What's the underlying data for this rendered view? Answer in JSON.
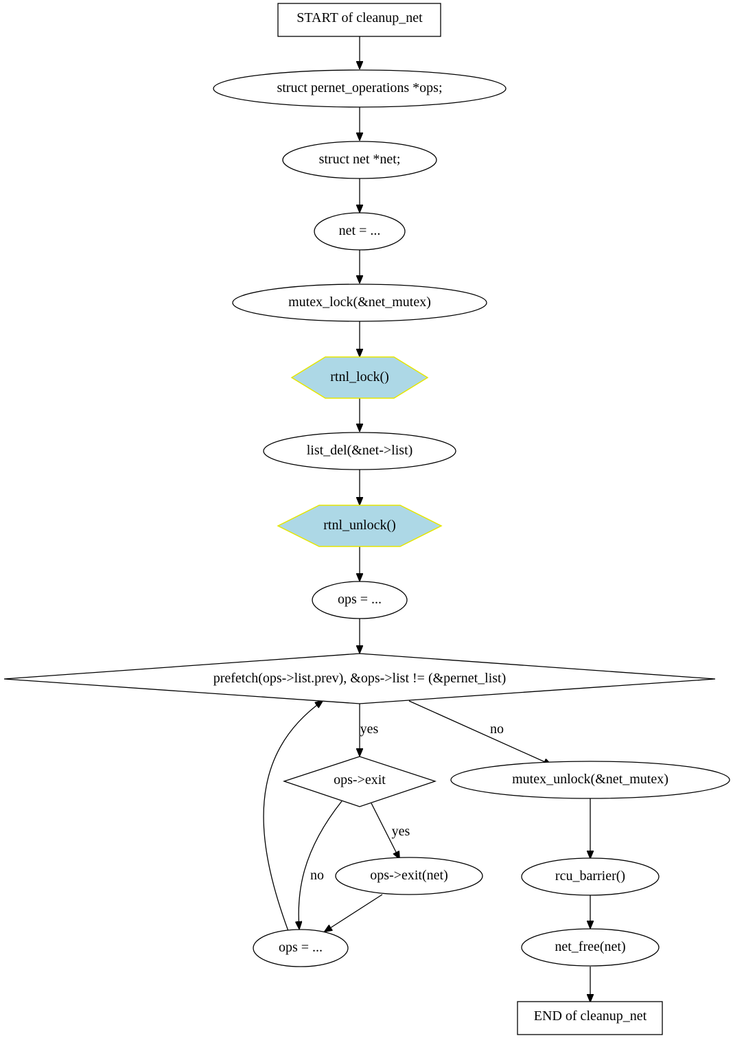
{
  "nodes": {
    "start": "START of cleanup_net",
    "decl_ops": "struct pernet_operations *ops;",
    "decl_net": "struct net *net;",
    "assign_net": "net = ...",
    "mutex_lock": "mutex_lock(&net_mutex)",
    "rtnl_lock": "rtnl_lock()",
    "list_del": "list_del(&net->list)",
    "rtnl_unlock": "rtnl_unlock()",
    "assign_ops": "ops = ...",
    "loop_cond": "prefetch(ops->list.prev), &ops->list != (&pernet_list)",
    "ops_exit_cond": "ops->exit",
    "ops_exit_call": "ops->exit(net)",
    "ops_next": "ops = ...",
    "mutex_unlock": "mutex_unlock(&net_mutex)",
    "rcu_barrier": "rcu_barrier()",
    "net_free": "net_free(net)",
    "end": "END of cleanup_net"
  },
  "edge_labels": {
    "loop_yes": "yes",
    "loop_no": "no",
    "exit_yes": "yes",
    "exit_no": "no"
  }
}
